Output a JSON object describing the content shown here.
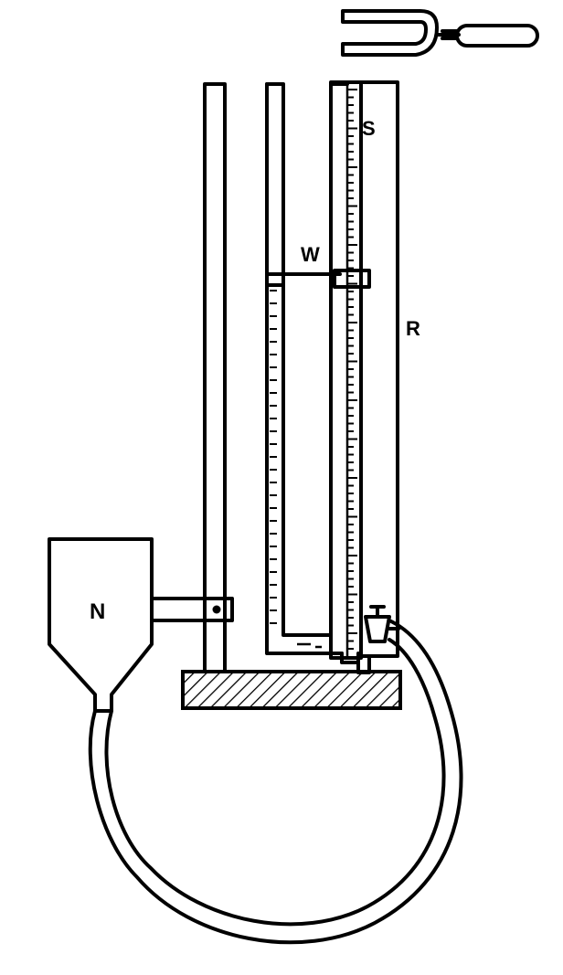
{
  "diagram": {
    "labels": {
      "scale": "S",
      "weight": "W",
      "rod": "R",
      "reservoir": "N"
    },
    "colors": {
      "ink": "#000000",
      "paper": "#ffffff"
    }
  }
}
